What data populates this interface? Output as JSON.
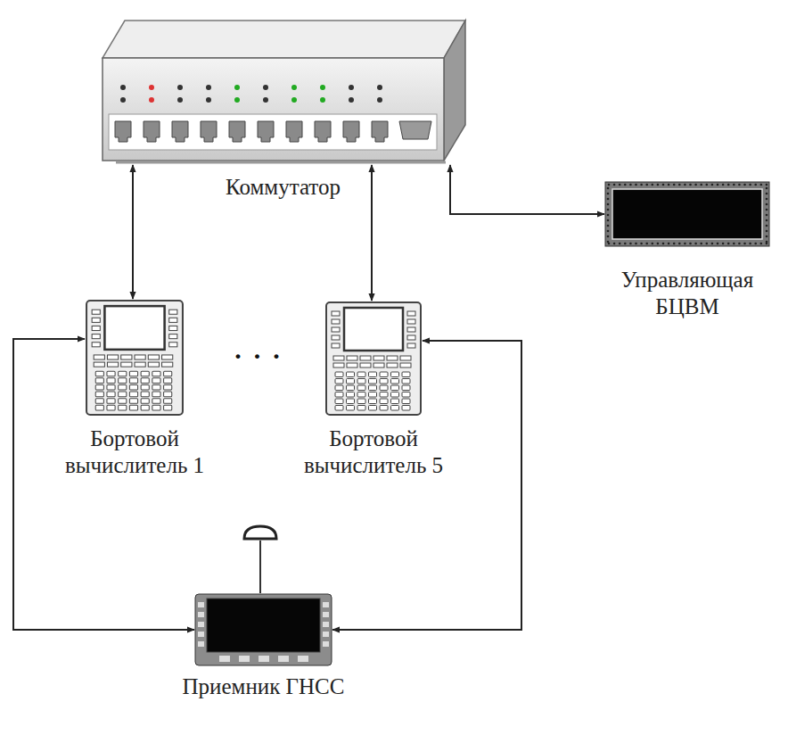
{
  "diagram": {
    "nodes": [
      {
        "text": [
          "Коммутатор"
        ]
      },
      {
        "text": [
          "Управляющая БЦВМ"
        ]
      },
      {
        "text": [
          "Бортовой вычислитель 1"
        ]
      },
      {
        "text": [
          "Бортовой вычислитель 5"
        ]
      },
      {
        "text": [
          "Приемник ГНСС"
        ]
      }
    ],
    "edges": [
      {
        "from": 0,
        "to": 2,
        "arrow": "both"
      },
      {
        "from": 0,
        "to": 3,
        "arrow": "both"
      },
      {
        "from": 0,
        "to": 1,
        "arrow": "both"
      },
      {
        "from": 4,
        "to": 2,
        "arrow": "both"
      },
      {
        "from": 4,
        "to": 3,
        "arrow": "both"
      }
    ],
    "labels": [
      "· · ·"
    ]
  }
}
